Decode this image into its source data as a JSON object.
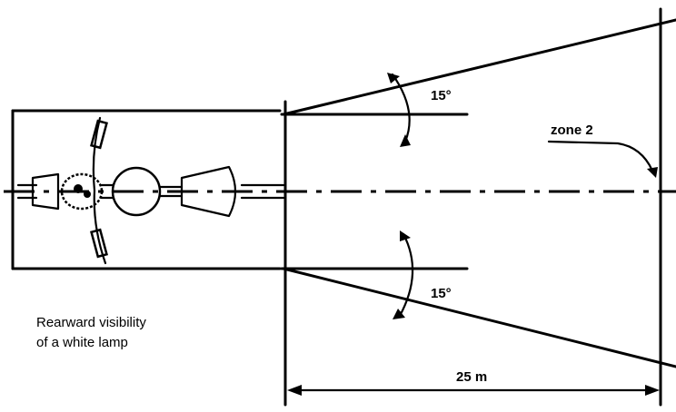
{
  "labels": {
    "angle_upper": "15°",
    "angle_lower": "15°",
    "zone": "zone 2",
    "caption_line1": "Rearward visibility",
    "caption_line2": "of a white lamp",
    "distance": "25 m"
  },
  "icons": {
    "vehicle": "car-top-view-icon"
  },
  "colors": {
    "ink": "#000000",
    "background": "#ffffff"
  }
}
